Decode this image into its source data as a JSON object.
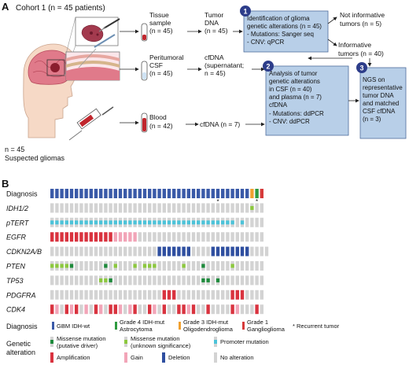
{
  "panel_a": {
    "letter": "A",
    "cohort_title": "Cohort 1 (n = 45 patients)",
    "patients_n": "n = 45",
    "patients_label": "Suspected gliomas",
    "tissue_label_1": "Tissue",
    "tissue_label_2": "sample",
    "tissue_n": "(n = 45)",
    "tumor_dna_1": "Tumor",
    "tumor_dna_2": "DNA",
    "tumor_dna_n": "(n = 45)",
    "csf_label_1": "Peritumoral",
    "csf_label_2": "CSF",
    "csf_n": "(n = 45)",
    "csf_cfdna_1": "cfDNA",
    "csf_cfdna_2": "(supernatant;",
    "csf_cfdna_3": "n = 45)",
    "blood_label": "Blood",
    "blood_n": "(n = 42)",
    "blood_cfdna": "cfDNA (n = 7)",
    "box1": {
      "number": "1",
      "line1": "Identification of glioma",
      "line2": "genetic alterations (n = 45)",
      "line3": "- Mutations: Sanger seq",
      "line4": "- CNV: qPCR"
    },
    "not_informative_1": "Not informative",
    "not_informative_2": "tumors (n = 5)",
    "informative_1": "Informative",
    "informative_2": "tumors (n = 40)",
    "box2": {
      "number": "2",
      "line1": "Analysis of tumor",
      "line2": "genetic alterations",
      "line3": "in CSF (n = 40)",
      "line4": "and plasma (n = 7)",
      "line5": "cfDNA",
      "line6": "- Mutations: ddPCR",
      "line7": "- CNV: ddPCR"
    },
    "box3": {
      "number": "3",
      "line1": "NGS on",
      "line2": "representative",
      "line3": "tumor DNA",
      "line4": "and matched",
      "line5": "CSF cfDNA",
      "line6": "(n = 3)"
    }
  },
  "panel_b": {
    "letter": "B",
    "row_labels": [
      "Diagnosis",
      "IDH1/2",
      "pTERT",
      "EGFR",
      "CDKN2A/B",
      "PTEN",
      "TP53",
      "PDGFRA",
      "CDK4"
    ],
    "star": "*",
    "diagnosis_codes": "GGGGGGGGGGGGGGGGGGGGGGGGGGGGGGGGGGGGGGGGGOAR",
    "recurrent_columns": [
      34,
      42
    ],
    "gene_rows": [
      "NNNNNNNNNNNNNNNNNNNNNNNNNNNNNNNNNNNNNNNNNVNN",
      "PPPPPPPPPPPPPPPPPPPPPPPPPPPPPPPPPPPPPPNPNNNN",
      "AAAAAAAAAAAAAGGGGGNNNNNNNNNNNNNNNNNNNNNNNNNN",
      "NNNNNNNNNNNNNNNNNNNNNNDDDDDDDNNNNDDDDDDDDNNNN",
      "VVVVMNNNNNNMNVNNNVNVVVNNNNNVNNNMNNNNNVNNNNNN",
      "NNNNNNNNNNVVMNNNNNNNNNNNNNNNNNNMMNMNNNNNNNNN",
      "NNNNNNNNNNNNNNNNNNNNNNNAAANNNNNNNNNNNAAANNNN",
      "AGNAGANGNAGNAAGNGANNAGNANNAAGANNANNNNAGNNNAN"
    ],
    "legend": {
      "diagnosis_title": "Diagnosis",
      "recurrent_note": "* Recurrent tumor",
      "gbm": "GBM IDH-wt",
      "astro_1": "Grade 4 IDH-mut",
      "astro_2": "Astrocytoma",
      "oligo_1": "Grade 3 IDH-mut",
      "oligo_2": "Oligodendroglioma",
      "gang_1": "Grade 1",
      "gang_2": "Ganglioglioma",
      "genetic_title_1": "Genetic",
      "genetic_title_2": "alteration",
      "missense_driver_1": "Missense mutation",
      "missense_driver_2": "(putative driver)",
      "missense_vus_1": "Missense mutation",
      "missense_vus_2": "(unknown significance)",
      "promoter": "Promoter mutation",
      "amplification": "Amplification",
      "gain": "Gain",
      "deletion": "Deletion",
      "no_alteration": "No alteration"
    }
  },
  "colors": {
    "gbm_blue": "#3a5aa8",
    "astro_green": "#2e9a40",
    "oligo_orange": "#f0a030",
    "gang_red": "#d63a3a",
    "amplification_red": "#d9333f",
    "gain_pink": "#f2a5b8",
    "deletion_blue": "#2f4fa0",
    "none_gray": "#d3d3d3",
    "promoter_cyan": "#4cc3d9",
    "missense_green": "#1e8a3c",
    "missense_vus_green": "#8cc83e",
    "box_fill": "#b8cfe8",
    "box_stroke": "#4f6d9c",
    "badge": "#2d3d8a",
    "brain_pink": "#e07a8a",
    "skin": "#f6d9c6"
  },
  "icons": [
    "head-brain-icon",
    "tumor-tissue-icon",
    "scalpel-icon",
    "needle-icon",
    "syringe-icon",
    "tube-icon"
  ]
}
